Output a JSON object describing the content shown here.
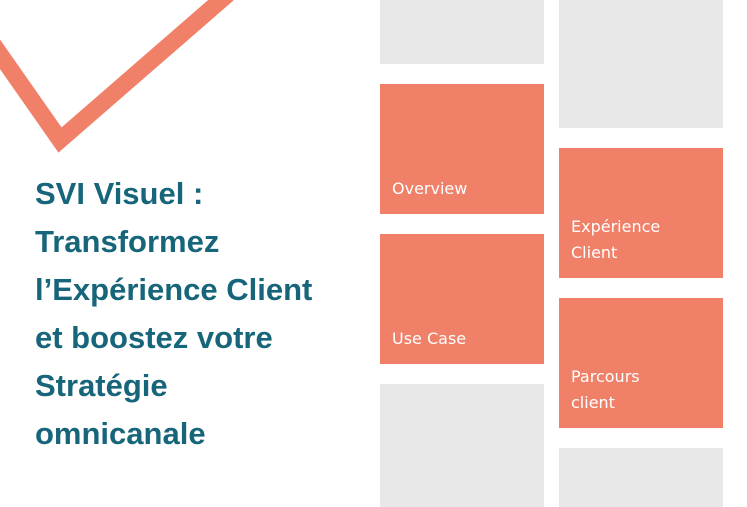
{
  "colors": {
    "accent": "#f08068",
    "headline": "#17657a",
    "placeholder": "#e8e8e8",
    "background": "#ffffff"
  },
  "headline_lines": [
    "SVI Visuel :",
    "Transformez",
    "l’Expérience Client",
    "et boostez votre",
    "Stratégie",
    "omnicanale"
  ],
  "tiles": {
    "overview": {
      "label": "Overview"
    },
    "use_case": {
      "label": "Use Case"
    },
    "experience": {
      "label_lines": [
        "Expérience",
        "Client"
      ]
    },
    "parcours": {
      "label_lines": [
        "Parcours",
        "client"
      ]
    }
  },
  "icons": {
    "decoration": "chevron-down-icon"
  }
}
